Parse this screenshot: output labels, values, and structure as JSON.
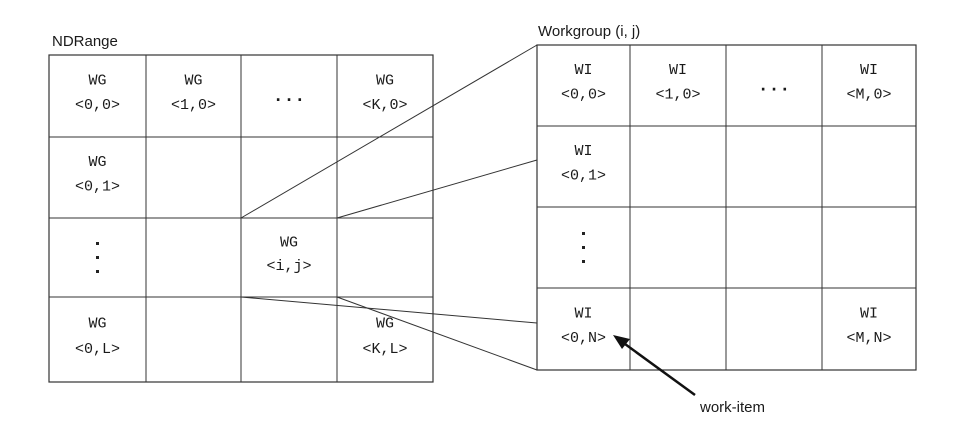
{
  "ndrange": {
    "title": "NDRange",
    "rows": [
      [
        [
          "WG",
          "<0,0>"
        ],
        [
          "WG",
          "<1,0>"
        ],
        [
          "..."
        ],
        [
          "WG",
          "<K,0>"
        ]
      ],
      [
        [
          "WG",
          "<0,1>"
        ],
        [],
        [],
        []
      ],
      [
        [
          ":"
        ],
        [],
        [
          "WG",
          "<i,j>"
        ],
        []
      ],
      [
        [
          "WG",
          "<0,L>"
        ],
        [],
        [],
        [
          "WG",
          "<K,L>"
        ]
      ]
    ]
  },
  "workgroup": {
    "title": "Workgroup (i, j)",
    "rows": [
      [
        [
          "WI",
          "<0,0>"
        ],
        [
          "WI",
          "<1,0>"
        ],
        [
          "..."
        ],
        [
          "WI",
          "<M,0>"
        ]
      ],
      [
        [
          "WI",
          "<0,1>"
        ],
        [],
        [],
        []
      ],
      [
        [
          ":"
        ],
        [],
        [],
        []
      ],
      [
        [
          "WI",
          "<0,N>"
        ],
        [],
        [],
        [
          "WI",
          "<M,N>"
        ]
      ]
    ]
  },
  "annotation": {
    "work_item": "work-item"
  }
}
